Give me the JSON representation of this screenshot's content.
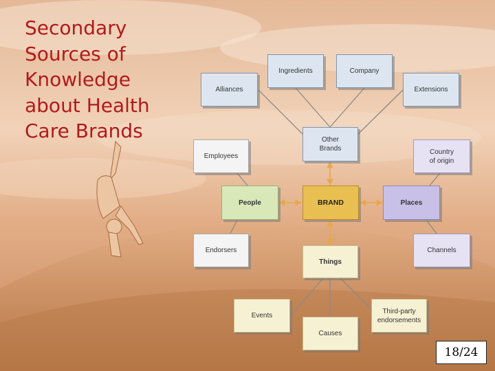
{
  "slide": {
    "title_lines": [
      "Secondary",
      "Sources of",
      "Knowledge",
      "about Health",
      "Care Brands"
    ],
    "page_number": "18/24"
  },
  "diagram": {
    "center": "BRAND",
    "nodes": {
      "ingredients": "Ingredients",
      "company": "Company",
      "alliances": "Alliances",
      "extensions": "Extensions",
      "other_brands": "Other\nBrands",
      "employees": "Employees",
      "country_of_origin": "Country\nof origin",
      "people": "People",
      "places": "Places",
      "endorsers": "Endorsers",
      "channels": "Channels",
      "things": "Things",
      "events": "Events",
      "third_party": "Third-party\nendorsements",
      "causes": "Causes"
    }
  },
  "colors": {
    "title": "#b11a1a",
    "brand": "#e9bf52",
    "people": "#d8e8b8",
    "places": "#c8c0e6",
    "things": "#f7f1d4",
    "connector": "#8a8a8a",
    "arrow": "#e6a84a"
  }
}
